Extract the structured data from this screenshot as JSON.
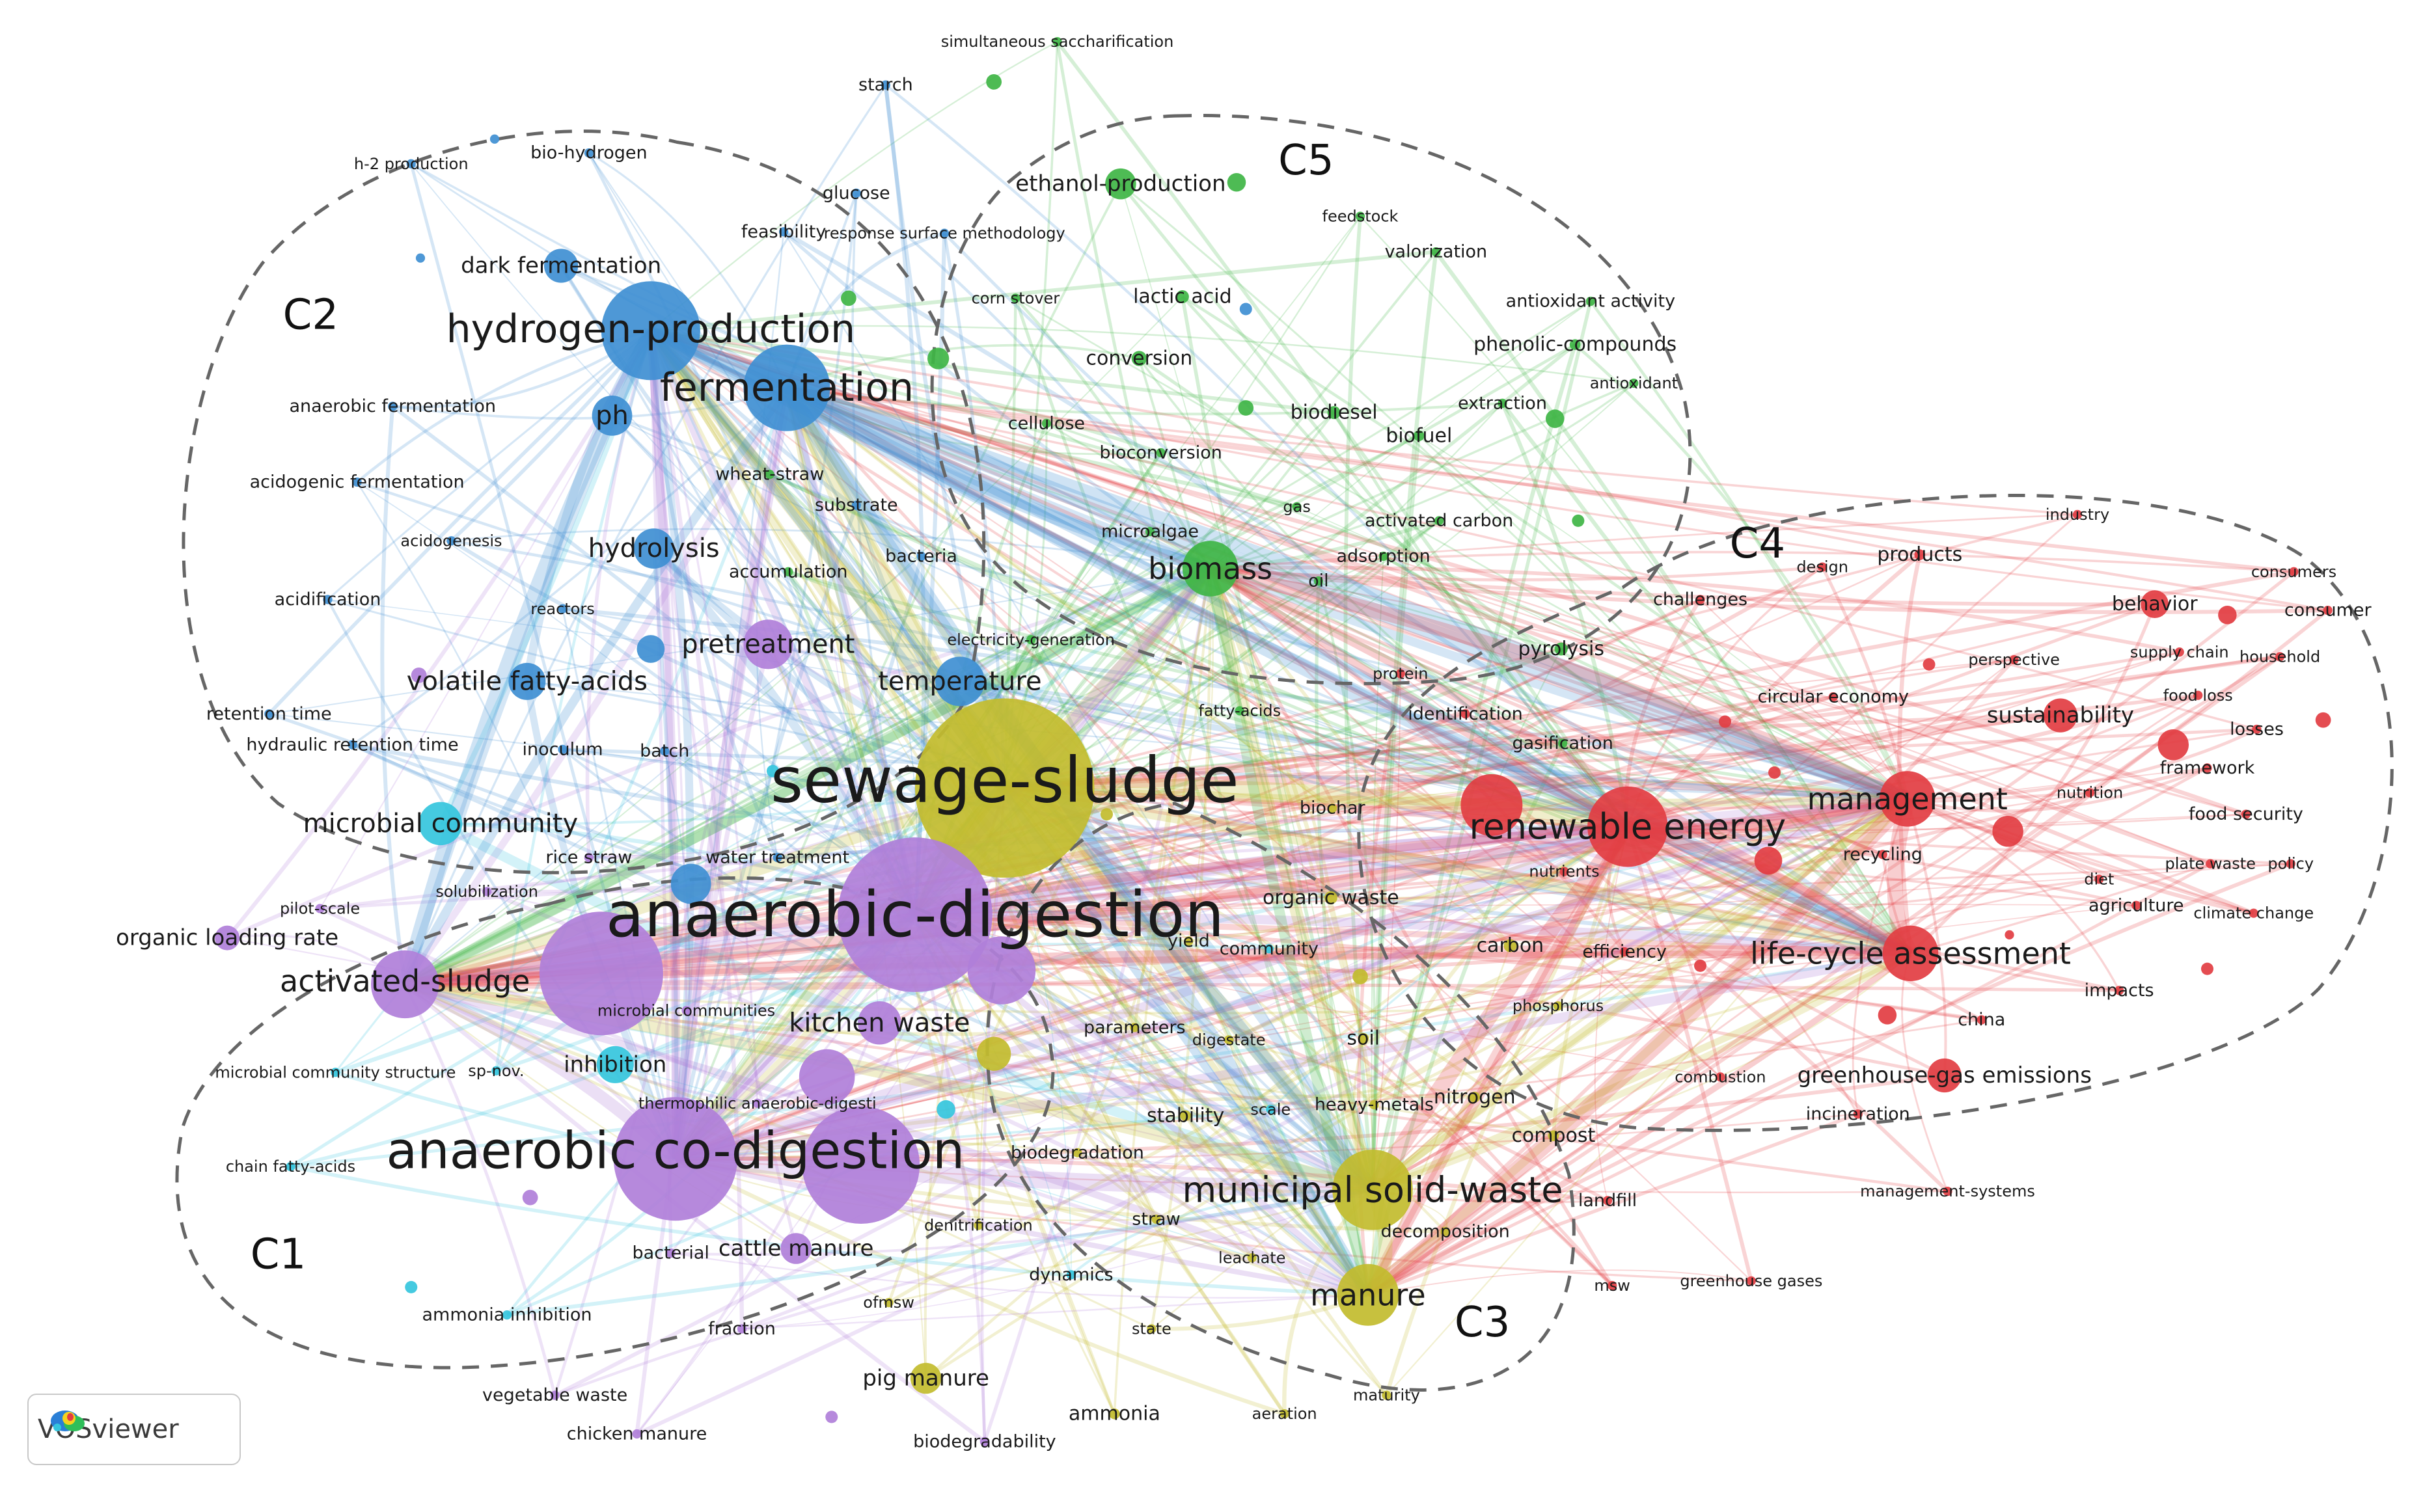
{
  "colors": {
    "purple": "#b07fd9",
    "blue": "#3f8fd3",
    "yellow": "#c2bc2e",
    "green": "#3fb545",
    "red": "#e23d42",
    "cyan": "#35c5dd",
    "boundary": "#666666"
  },
  "clusters": [
    {
      "label": "C1"
    },
    {
      "label": "C2"
    },
    {
      "label": "C3"
    },
    {
      "label": "C4"
    },
    {
      "label": "C5"
    }
  ],
  "nodes": [
    {
      "label": "sewage-sludge",
      "cluster": "yellow",
      "weight": 100
    },
    {
      "label": "anaerobic-digestion",
      "cluster": "purple",
      "weight": 92
    },
    {
      "label": "anaerobic co-digestion",
      "cluster": "purple",
      "weight": 80
    },
    {
      "label": "hydrogen-production",
      "cluster": "blue",
      "weight": 68
    },
    {
      "label": "fermentation",
      "cluster": "blue",
      "weight": 60
    },
    {
      "label": "renewable energy",
      "cluster": "red",
      "weight": 56
    },
    {
      "label": "municipal solid-waste",
      "cluster": "yellow",
      "weight": 54
    },
    {
      "label": "activated-sludge",
      "cluster": "purple",
      "weight": 44
    },
    {
      "label": "management",
      "cluster": "red",
      "weight": 44
    },
    {
      "label": "life-cycle assessment",
      "cluster": "red",
      "weight": 44
    },
    {
      "label": "biomass",
      "cluster": "green",
      "weight": 40
    },
    {
      "label": "manure",
      "cluster": "yellow",
      "weight": 40
    },
    {
      "label": "pretreatment",
      "cluster": "purple",
      "weight": 36
    },
    {
      "label": "temperature",
      "cluster": "blue",
      "weight": 34
    },
    {
      "label": "hydrolysis",
      "cluster": "blue",
      "weight": 32
    },
    {
      "label": "volatile fatty-acids",
      "cluster": "blue",
      "weight": 32
    },
    {
      "label": "microbial community",
      "cluster": "cyan",
      "weight": 32
    },
    {
      "label": "kitchen waste",
      "cluster": "purple",
      "weight": 32
    },
    {
      "label": "ethanol-production",
      "cluster": "green",
      "weight": 28
    },
    {
      "label": "dark fermentation",
      "cluster": "blue",
      "weight": 28
    },
    {
      "label": "organic loading rate",
      "cluster": "purple",
      "weight": 26
    },
    {
      "label": "inhibition",
      "cluster": "cyan",
      "weight": 28
    },
    {
      "label": "cattle manure",
      "cluster": "purple",
      "weight": 28
    },
    {
      "label": "pig manure",
      "cluster": "yellow",
      "weight": 26
    },
    {
      "label": "greenhouse-gas emissions",
      "cluster": "red",
      "weight": 28
    },
    {
      "label": "sustainability",
      "cluster": "red",
      "weight": 26
    },
    {
      "label": "behavior",
      "cluster": "red",
      "weight": 24
    },
    {
      "label": "ph",
      "cluster": "blue",
      "weight": 30
    },
    {
      "label": "conversion",
      "cluster": "green",
      "weight": 24
    },
    {
      "label": "lactic acid",
      "cluster": "green",
      "weight": 22
    },
    {
      "label": "biodiesel",
      "cluster": "green",
      "weight": 22
    },
    {
      "label": "pyrolysis",
      "cluster": "green",
      "weight": 22
    },
    {
      "label": "biofuel",
      "cluster": "green",
      "weight": 20
    },
    {
      "label": "phenolic-compounds",
      "cluster": "green",
      "weight": 20
    },
    {
      "label": "products",
      "cluster": "red",
      "weight": 20
    },
    {
      "label": "carbon",
      "cluster": "yellow",
      "weight": 22
    },
    {
      "label": "organic waste",
      "cluster": "yellow",
      "weight": 22
    },
    {
      "label": "soil",
      "cluster": "yellow",
      "weight": 20
    },
    {
      "label": "ammonia",
      "cluster": "yellow",
      "weight": 20
    },
    {
      "label": "compost",
      "cluster": "yellow",
      "weight": 20
    },
    {
      "label": "nitrogen",
      "cluster": "yellow",
      "weight": 20
    },
    {
      "label": "stability",
      "cluster": "yellow",
      "weight": 20
    },
    {
      "label": "straw",
      "cluster": "yellow",
      "weight": 18
    },
    {
      "label": "bio-hydrogen",
      "cluster": "blue",
      "weight": 18
    },
    {
      "label": "glucose",
      "cluster": "blue",
      "weight": 18
    },
    {
      "label": "anaerobic fermentation",
      "cluster": "blue",
      "weight": 18
    },
    {
      "label": "substrate",
      "cluster": "blue",
      "weight": 18
    },
    {
      "label": "bacteria",
      "cluster": "blue",
      "weight": 18
    },
    {
      "label": "accumulation",
      "cluster": "green",
      "weight": 16
    },
    {
      "label": "inoculum",
      "cluster": "blue",
      "weight": 18
    },
    {
      "label": "batch",
      "cluster": "blue",
      "weight": 18
    },
    {
      "label": "hydraulic retention time",
      "cluster": "blue",
      "weight": 18
    },
    {
      "label": "retention time",
      "cluster": "blue",
      "weight": 16
    },
    {
      "label": "acidification",
      "cluster": "blue",
      "weight": 16
    },
    {
      "label": "acidogenic fermentation",
      "cluster": "blue",
      "weight": 16
    },
    {
      "label": "acidogenesis",
      "cluster": "blue",
      "weight": 14
    },
    {
      "label": "reactors",
      "cluster": "blue",
      "weight": 14
    },
    {
      "label": "wheat-straw",
      "cluster": "green",
      "weight": 16
    },
    {
      "label": "cellulose",
      "cluster": "green",
      "weight": 16
    },
    {
      "label": "bioconversion",
      "cluster": "green",
      "weight": 16
    },
    {
      "label": "microalgae",
      "cluster": "green",
      "weight": 16
    },
    {
      "label": "gas",
      "cluster": "green",
      "weight": 14
    },
    {
      "label": "oil",
      "cluster": "green",
      "weight": 16
    },
    {
      "label": "adsorption",
      "cluster": "green",
      "weight": 16
    },
    {
      "label": "activated carbon",
      "cluster": "green",
      "weight": 16
    },
    {
      "label": "extraction",
      "cluster": "green",
      "weight": 18
    },
    {
      "label": "antioxidant activity",
      "cluster": "green",
      "weight": 16
    },
    {
      "label": "antioxidant",
      "cluster": "green",
      "weight": 14
    },
    {
      "label": "valorization",
      "cluster": "green",
      "weight": 16
    },
    {
      "label": "feedstock",
      "cluster": "green",
      "weight": 14
    },
    {
      "label": "corn stover",
      "cluster": "green",
      "weight": 14
    },
    {
      "label": "simultaneous saccharification",
      "cluster": "green",
      "weight": 14
    },
    {
      "label": "electricity-generation",
      "cluster": "green",
      "weight": 14
    },
    {
      "label": "fatty-acids",
      "cluster": "green",
      "weight": 14
    },
    {
      "label": "gasification",
      "cluster": "green",
      "weight": 16
    },
    {
      "label": "identification",
      "cluster": "red",
      "weight": 16
    },
    {
      "label": "protein",
      "cluster": "red",
      "weight": 14
    },
    {
      "label": "challenges",
      "cluster": "red",
      "weight": 16
    },
    {
      "label": "design",
      "cluster": "red",
      "weight": 14
    },
    {
      "label": "industry",
      "cluster": "red",
      "weight": 14
    },
    {
      "label": "consumers",
      "cluster": "red",
      "weight": 14
    },
    {
      "label": "consumer",
      "cluster": "red",
      "weight": 16
    },
    {
      "label": "supply chain",
      "cluster": "red",
      "weight": 14
    },
    {
      "label": "household",
      "cluster": "red",
      "weight": 14
    },
    {
      "label": "food loss",
      "cluster": "red",
      "weight": 14
    },
    {
      "label": "losses",
      "cluster": "red",
      "weight": 16
    },
    {
      "label": "framework",
      "cluster": "red",
      "weight": 16
    },
    {
      "label": "perspective",
      "cluster": "red",
      "weight": 14
    },
    {
      "label": "circular economy",
      "cluster": "red",
      "weight": 16
    },
    {
      "label": "nutrition",
      "cluster": "red",
      "weight": 14
    },
    {
      "label": "food security",
      "cluster": "red",
      "weight": 16
    },
    {
      "label": "recycling",
      "cluster": "red",
      "weight": 16
    },
    {
      "label": "plate waste",
      "cluster": "red",
      "weight": 14
    },
    {
      "label": "policy",
      "cluster": "red",
      "weight": 14
    },
    {
      "label": "diet",
      "cluster": "red",
      "weight": 14
    },
    {
      "label": "agriculture",
      "cluster": "red",
      "weight": 16
    },
    {
      "label": "climate change",
      "cluster": "red",
      "weight": 14
    },
    {
      "label": "impacts",
      "cluster": "red",
      "weight": 16
    },
    {
      "label": "china",
      "cluster": "red",
      "weight": 16
    },
    {
      "label": "combustion",
      "cluster": "red",
      "weight": 14
    },
    {
      "label": "incineration",
      "cluster": "red",
      "weight": 16
    },
    {
      "label": "management-systems",
      "cluster": "red",
      "weight": 14
    },
    {
      "label": "greenhouse gases",
      "cluster": "red",
      "weight": 14
    },
    {
      "label": "msw",
      "cluster": "red",
      "weight": 14
    },
    {
      "label": "landfill",
      "cluster": "red",
      "weight": 16
    },
    {
      "label": "efficiency",
      "cluster": "red",
      "weight": 16
    },
    {
      "label": "nutrients",
      "cluster": "red",
      "weight": 14
    },
    {
      "label": "phosphorus",
      "cluster": "yellow",
      "weight": 14
    },
    {
      "label": "decomposition",
      "cluster": "yellow",
      "weight": 16
    },
    {
      "label": "heavy-metals",
      "cluster": "yellow",
      "weight": 16
    },
    {
      "label": "leachate",
      "cluster": "yellow",
      "weight": 14
    },
    {
      "label": "maturity",
      "cluster": "yellow",
      "weight": 14
    },
    {
      "label": "aeration",
      "cluster": "yellow",
      "weight": 14
    },
    {
      "label": "state",
      "cluster": "yellow",
      "weight": 14
    },
    {
      "label": "biochar",
      "cluster": "yellow",
      "weight": 16
    },
    {
      "label": "yield",
      "cluster": "yellow",
      "weight": 16
    },
    {
      "label": "community",
      "cluster": "cyan",
      "weight": 16
    },
    {
      "label": "parameters",
      "cluster": "yellow",
      "weight": 16
    },
    {
      "label": "digestate",
      "cluster": "yellow",
      "weight": 14
    },
    {
      "label": "biodegradation",
      "cluster": "yellow",
      "weight": 16
    },
    {
      "label": "scale",
      "cluster": "cyan",
      "weight": 14
    },
    {
      "label": "denitrification",
      "cluster": "yellow",
      "weight": 14
    },
    {
      "label": "dynamics",
      "cluster": "cyan",
      "weight": 16
    },
    {
      "label": "ofmsw",
      "cluster": "yellow",
      "weight": 14
    },
    {
      "label": "biodegradability",
      "cluster": "purple",
      "weight": 16
    },
    {
      "label": "fraction",
      "cluster": "purple",
      "weight": 16
    },
    {
      "label": "bacterial",
      "cluster": "purple",
      "weight": 16
    },
    {
      "label": "chicken manure",
      "cluster": "purple",
      "weight": 16
    },
    {
      "label": "vegetable waste",
      "cluster": "purple",
      "weight": 16
    },
    {
      "label": "ammonia inhibition",
      "cluster": "cyan",
      "weight": 16
    },
    {
      "label": "chain fatty-acids",
      "cluster": "cyan",
      "weight": 14
    },
    {
      "label": "microbial community structure",
      "cluster": "cyan",
      "weight": 14
    },
    {
      "label": "sp-nov.",
      "cluster": "cyan",
      "weight": 14
    },
    {
      "label": "thermophilic anaerobic-digesti",
      "cluster": "purple",
      "weight": 14
    },
    {
      "label": "microbial communities",
      "cluster": "purple",
      "weight": 14
    },
    {
      "label": "pilot-scale",
      "cluster": "purple",
      "weight": 14
    },
    {
      "label": "solubilization",
      "cluster": "purple",
      "weight": 14
    },
    {
      "label": "rice straw",
      "cluster": "purple",
      "weight": 16
    },
    {
      "label": "water treatment",
      "cluster": "blue",
      "weight": 16
    },
    {
      "label": "response surface methodology",
      "cluster": "blue",
      "weight": 14
    },
    {
      "label": "feasibility",
      "cluster": "blue",
      "weight": 16
    },
    {
      "label": "starch",
      "cluster": "blue",
      "weight": 16
    },
    {
      "label": "h-2 production",
      "cluster": "blue",
      "weight": 14
    }
  ],
  "watermark": {
    "text": "VOSviewer",
    "icon": "vosviewer-logo-icon"
  }
}
